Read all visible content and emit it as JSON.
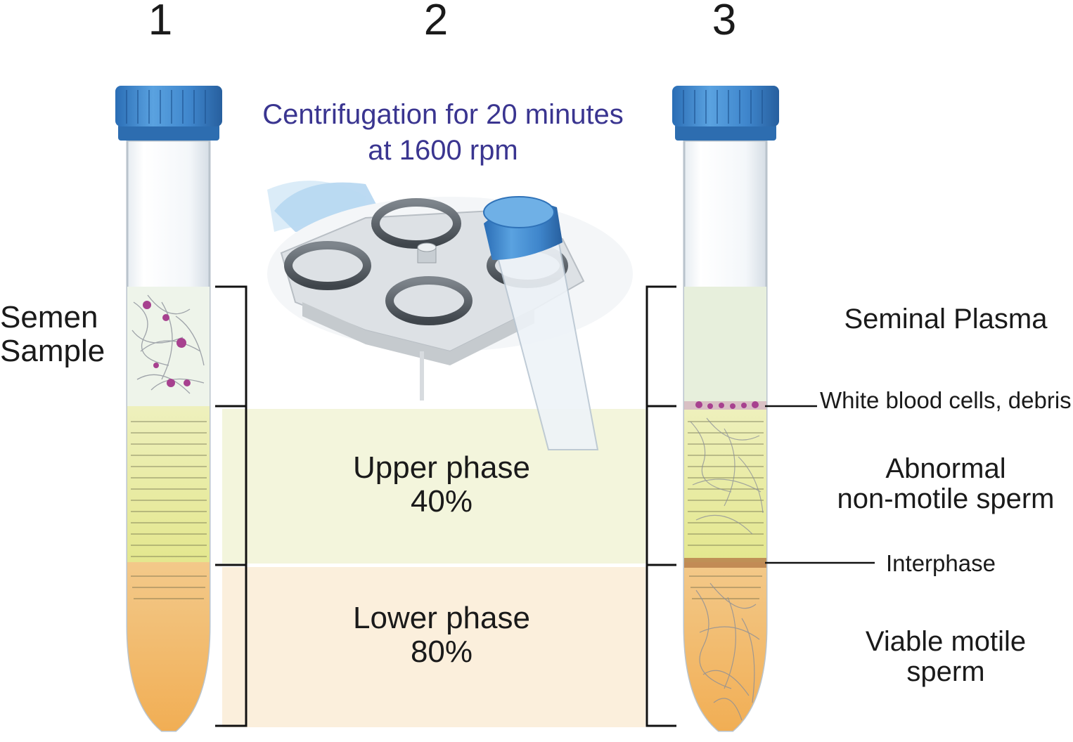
{
  "steps": [
    "1",
    "2",
    "3"
  ],
  "centrifuge": {
    "line1": "Centrifugation for 20 minutes",
    "line2": "at 1600 rpm"
  },
  "left_label": {
    "line1": "Semen",
    "line2": "Sample"
  },
  "phases": {
    "upper": {
      "name": "Upper phase",
      "percent": "40%"
    },
    "lower": {
      "name": "Lower phase",
      "percent": "80%"
    }
  },
  "result_labels": {
    "seminal_plasma": "Seminal Plasma",
    "wbc": "White blood cells, debris",
    "abnormal_line1": "Abnormal",
    "abnormal_line2": "non-motile sperm",
    "interphase": "Interphase",
    "viable_line1": "Viable motile",
    "viable_line2": "sperm"
  },
  "colors": {
    "cap": "#3f86cc",
    "title_text": "#3a3590",
    "upper_phase_fill": "#f3f5dc",
    "lower_phase_fill": "#fbefdc",
    "tube_upper_fluid": "#e9eba3",
    "tube_lower_fluid": "#f2b766"
  }
}
